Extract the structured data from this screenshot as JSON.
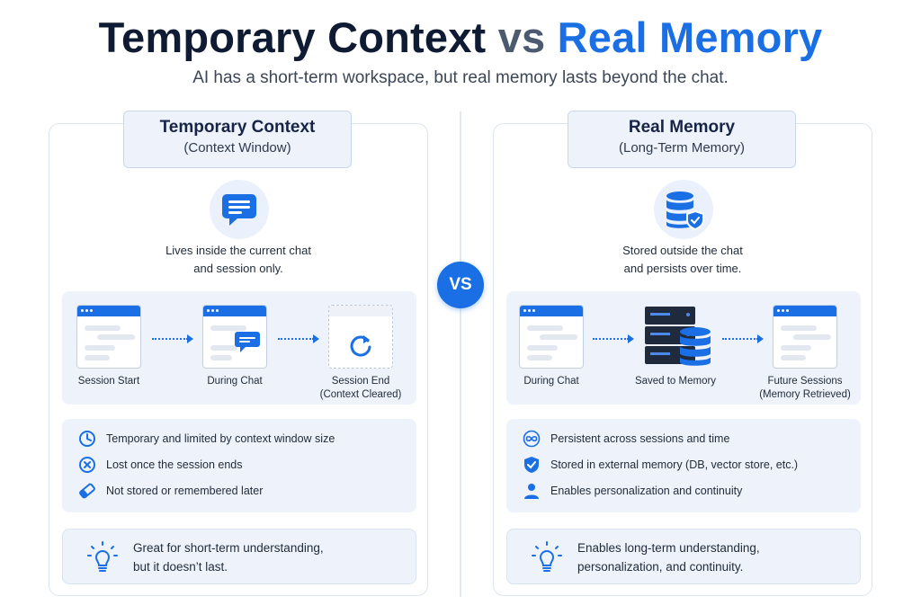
{
  "title": {
    "part1": "Temporary Context",
    "part2": "vs",
    "part3": "Real Memory"
  },
  "subtitle": "AI has a short-term workspace, but real memory lasts beyond the chat.",
  "vs_label": "VS",
  "left": {
    "header": "Temporary Context",
    "subheader": "(Context Window)",
    "hero_icon": "chat-bubble-icon",
    "desc_line1": "Lives inside the current chat",
    "desc_line2": "and session only.",
    "flow": [
      {
        "label1": "Session Start",
        "label2": ""
      },
      {
        "label1": "During Chat",
        "label2": ""
      },
      {
        "label1": "Session End",
        "label2": "(Context Cleared)"
      }
    ],
    "facts": [
      {
        "icon": "clock-icon",
        "text": "Temporary and limited by context window size"
      },
      {
        "icon": "x-circle-icon",
        "text": "Lost once the session ends"
      },
      {
        "icon": "eraser-icon",
        "text": "Not stored or remembered later"
      }
    ],
    "summary_line1": "Great for short-term understanding,",
    "summary_line2": "but it doesn’t last."
  },
  "right": {
    "header": "Real Memory",
    "subheader": "(Long-Term Memory)",
    "hero_icon": "database-shield-icon",
    "desc_line1": "Stored outside the chat",
    "desc_line2": "and persists over time.",
    "flow": [
      {
        "label1": "During Chat",
        "label2": ""
      },
      {
        "label1": "Saved to Memory",
        "label2": ""
      },
      {
        "label1": "Future Sessions",
        "label2": "(Memory Retrieved)"
      }
    ],
    "facts": [
      {
        "icon": "infinity-icon",
        "text": "Persistent across sessions and time"
      },
      {
        "icon": "shield-check-icon",
        "text": "Stored in external memory (DB, vector store, etc.)"
      },
      {
        "icon": "user-icon",
        "text": "Enables personalization and continuity"
      }
    ],
    "summary_line1": "Enables long-term understanding,",
    "summary_line2": "personalization, and continuity."
  },
  "colors": {
    "accent": "#1a6fe5",
    "title_dark": "#0f1a33",
    "panel_fill": "#eef3fb"
  }
}
